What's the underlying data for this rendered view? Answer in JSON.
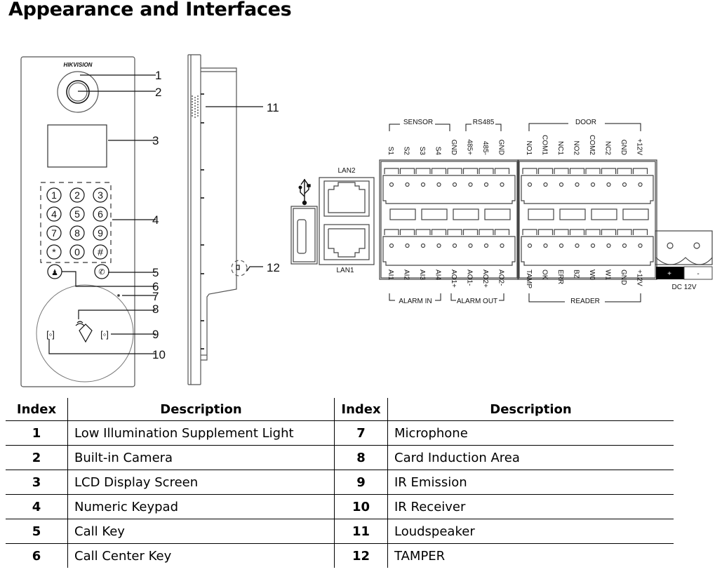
{
  "title": "Appearance and Interfaces",
  "device": {
    "brand": "HIKVISION",
    "keypad_keys": [
      "1",
      "2",
      "3",
      "4",
      "5",
      "6",
      "7",
      "8",
      "9",
      "*",
      "0",
      "#"
    ],
    "callouts": [
      "1",
      "2",
      "3",
      "4",
      "5",
      "6",
      "7",
      "8",
      "9",
      "10",
      "11",
      "12"
    ]
  },
  "interfaces": {
    "usb_icon": "usb-icon",
    "lan2": "LAN2",
    "lan1": "LAN1",
    "groups_top": {
      "sensor": "SENSOR",
      "rs485": "RS485",
      "door": "DOOR"
    },
    "groups_bottom": {
      "alarm_in": "ALARM IN",
      "alarm_out": "ALARM OUT",
      "reader": "READER"
    },
    "top_left_pins": [
      "S1",
      "S2",
      "S3",
      "S4",
      "GND",
      "485+",
      "485-",
      "GND"
    ],
    "top_right_pins": [
      "NO1",
      "COM1",
      "NC1",
      "NO2",
      "COM2",
      "NC2",
      "GND",
      "+12V"
    ],
    "bottom_left_pins": [
      "AI1",
      "AI2",
      "AI3",
      "AI4",
      "AO1+",
      "AO1-",
      "AO2+",
      "AO2-"
    ],
    "bottom_right_pins": [
      "TAMP",
      "OK",
      "ERR",
      "BZ",
      "W0",
      "W1",
      "GND",
      "+12V"
    ],
    "power": {
      "plus": "+",
      "minus": "-",
      "label": "DC 12V"
    }
  },
  "table": {
    "headers": {
      "index": "Index",
      "description": "Description"
    },
    "left_rows": [
      {
        "index": "1",
        "description": "Low Illumination Supplement Light"
      },
      {
        "index": "2",
        "description": "Built-in Camera"
      },
      {
        "index": "3",
        "description": "LCD Display Screen"
      },
      {
        "index": "4",
        "description": "Numeric Keypad"
      },
      {
        "index": "5",
        "description": "Call Key"
      },
      {
        "index": "6",
        "description": "Call Center Key"
      }
    ],
    "right_rows": [
      {
        "index": "7",
        "description": "Microphone"
      },
      {
        "index": "8",
        "description": "Card Induction Area"
      },
      {
        "index": "9",
        "description": "IR Emission"
      },
      {
        "index": "10",
        "description": "IR Receiver"
      },
      {
        "index": "11",
        "description": "Loudspeaker"
      },
      {
        "index": "12",
        "description": "TAMPER"
      }
    ]
  }
}
